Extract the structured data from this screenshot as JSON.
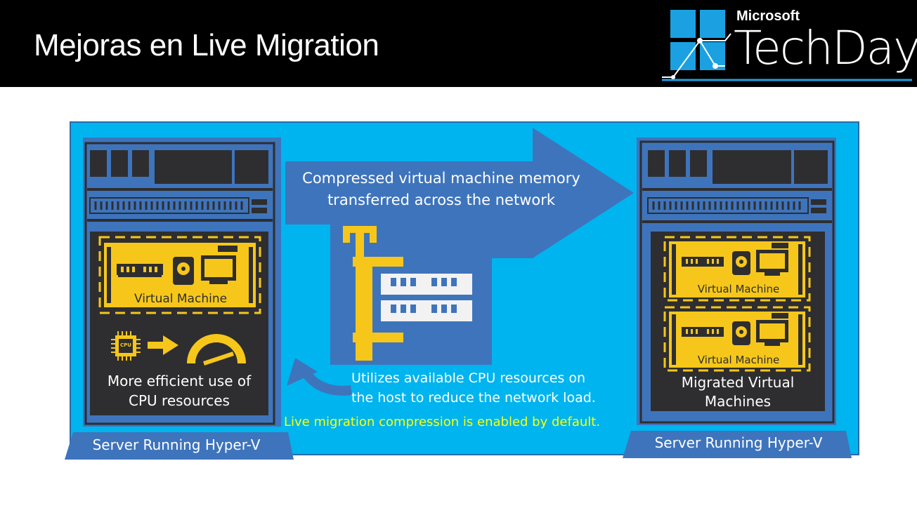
{
  "slide": {
    "title": "Mejoras en Live Migration",
    "logo": {
      "brand": "Microsoft",
      "product": "TechDay"
    }
  },
  "diagram": {
    "left_server": {
      "label": "Server Running Hyper-V",
      "vm_label": "Virtual Machine",
      "cpu_chip": "CPU",
      "cpu_caption_line1": "More efficient use of",
      "cpu_caption_line2": "CPU resources"
    },
    "right_server": {
      "label": "Server Running Hyper-V",
      "vm1_label": "Virtual Machine",
      "vm2_label": "Virtual Machine",
      "caption_line1": "Migrated Virtual",
      "caption_line2": "Machines"
    },
    "transfer": {
      "line1": "Compressed virtual machine memory",
      "line2": "transferred across the network"
    },
    "cpu_note": {
      "line1": "Utilizes available CPU resources on",
      "line2": "the host to reduce the network load."
    },
    "default_note": "Live migration compression is enabled by default.",
    "colors": {
      "background_cyan": "#00b4ef",
      "arrow_blue": "#3e74bc",
      "server_dark": "#2e2e30",
      "accent_yellow": "#f6c71a",
      "note_yellow": "#ffff00"
    }
  }
}
